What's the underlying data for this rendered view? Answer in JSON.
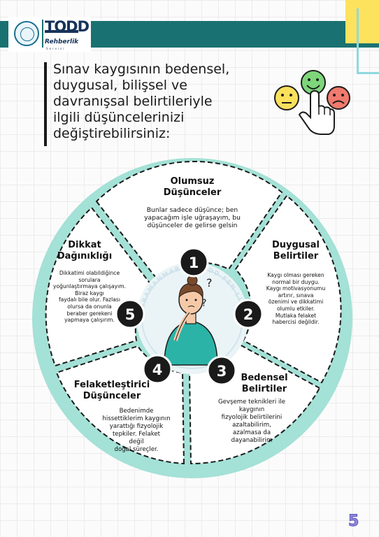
{
  "header": {
    "logo_text": "TODD",
    "logo_subtitle": "Rehberlik",
    "logo_small": "Servisi"
  },
  "title": {
    "line1": "Sınav kaygısının bedensel,",
    "line2": "duygusal, bilişsel ve",
    "line3": "davranışsal belirtileriyle",
    "line4": "ilgili düşüncelerinizi",
    "line5": "değiştirebilirsiniz:"
  },
  "center_seal_text": "KAHRAMANMARAŞ TODD FEN LİSESİ",
  "segments": [
    {
      "number": "1",
      "title_lines": [
        "Olumsuz",
        "Düşünceler"
      ],
      "body_lines": [
        "Bunlar sadece düşünce; ben",
        "yapacağım işle uğraşayım, bu",
        "düşünceler de gelirse gelsin"
      ]
    },
    {
      "number": "2",
      "title_lines": [
        "Duygusal",
        "Belirtiler"
      ],
      "body_lines": [
        "Kaygı olması gereken",
        "normal bir duygu.",
        "Kaygı motivasyonumu",
        "artırır, sınava",
        "özenimi ve dikkatimi",
        "olumlu etkiler.",
        "Mutlaka felaket",
        "habercisi değildir."
      ]
    },
    {
      "number": "3",
      "title_lines": [
        "Bedensel",
        "Belirtiler"
      ],
      "body_lines": [
        "Gevşeme teknikleri ile",
        "kaygının",
        "fizyolojik belirtilerini",
        "azaltabilirim,",
        "azalmasa da",
        "dayanabilirim"
      ]
    },
    {
      "number": "4",
      "title_lines": [
        "Felaketleştirici",
        "Düşünceler"
      ],
      "body_lines": [
        "Bedenimde",
        "hissettiklerim kaygının",
        "yarattığı fizyolojik",
        "tepkiler. Felaket",
        "değil",
        "doğal süreçler."
      ]
    },
    {
      "number": "5",
      "title_lines": [
        "Dikkat",
        "Dağınıklığı"
      ],
      "body_lines": [
        "Dikkatimi olabildiğince",
        "sorulara",
        "yoğunlaştırmaya çalışayım.",
        "Biraz kaygı",
        "faydalı bile olur. Fazlası",
        "olursa da onunla",
        "beraber gerekeni",
        "yapmaya çalışırım."
      ]
    }
  ],
  "page_number": "5",
  "colors": {
    "teal_dark": "#1a7171",
    "mint": "#a4e1d6",
    "yellow": "#fde25e",
    "light_blue": "#8ed9df",
    "purple": "#8e88e0"
  }
}
